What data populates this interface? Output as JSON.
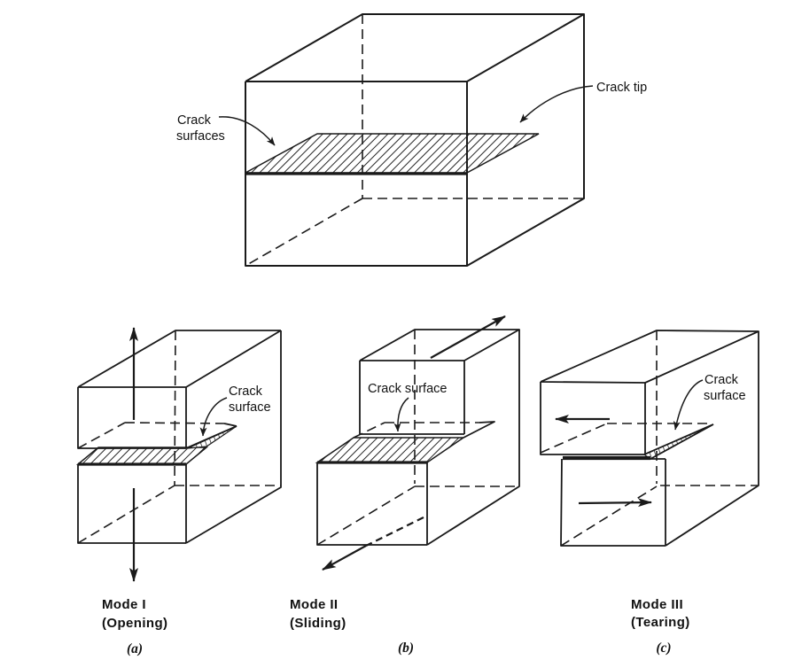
{
  "colors": {
    "ink": "#1a1a1a",
    "paper": "#ffffff"
  },
  "top_diagram": {
    "crack_surfaces_line1": "Crack",
    "crack_surfaces_line2": "surfaces",
    "crack_tip": "Crack tip"
  },
  "mode_a": {
    "crack_line1": "Crack",
    "crack_line2": "surface",
    "title": "Mode I",
    "subtitle": "(Opening)",
    "caption": "(a)"
  },
  "mode_b": {
    "crack_label": "Crack surface",
    "title": "Mode II",
    "subtitle": "(Sliding)",
    "caption": "(b)"
  },
  "mode_c": {
    "crack_line1": "Crack",
    "crack_line2": "surface",
    "title": "Mode III",
    "subtitle": "(Tearing)",
    "caption": "(c)"
  }
}
